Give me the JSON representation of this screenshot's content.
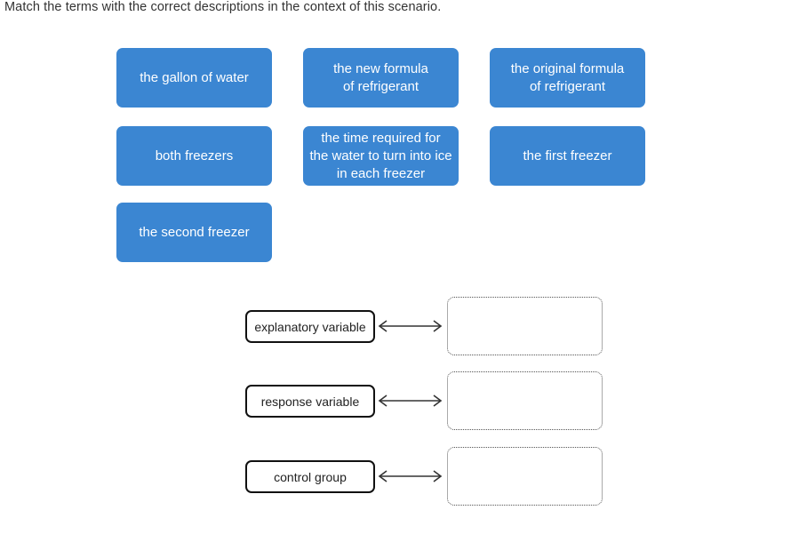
{
  "prompt": "Match the terms with the correct descriptions in the context of this scenario.",
  "colors": {
    "tile_bg": "#3b86d2",
    "tile_text": "#ffffff",
    "term_border": "#111111",
    "dropzone_border": "#555555",
    "arrow": "#333333",
    "prompt_text": "#333333"
  },
  "tiles": [
    {
      "label": "the gallon of water"
    },
    {
      "label": "the new formula\nof refrigerant"
    },
    {
      "label": "the original formula\nof refrigerant"
    },
    {
      "label": "both freezers"
    },
    {
      "label": "the time required for\nthe water to turn into ice\nin each freezer"
    },
    {
      "label": "the first freezer"
    },
    {
      "label": "the second freezer"
    }
  ],
  "matches": [
    {
      "term": "explanatory variable",
      "dropzone_value": ""
    },
    {
      "term": "response variable",
      "dropzone_value": ""
    },
    {
      "term": "control group",
      "dropzone_value": ""
    }
  ]
}
